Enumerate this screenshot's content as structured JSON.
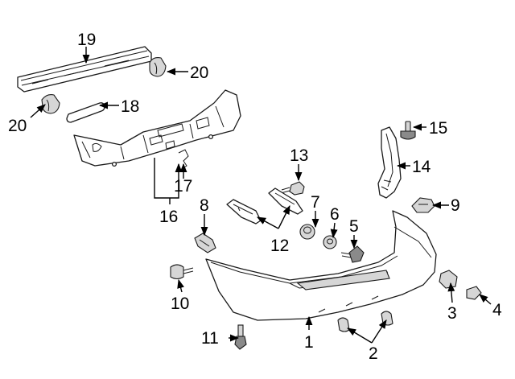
{
  "callouts": {
    "c1": "1",
    "c2": "2",
    "c3": "3",
    "c4": "4",
    "c5": "5",
    "c6": "6",
    "c7": "7",
    "c8": "8",
    "c9": "9",
    "c10": "10",
    "c11": "11",
    "c12": "12",
    "c13": "13",
    "c14": "14",
    "c15": "15",
    "c16": "16",
    "c17": "17",
    "c18": "18",
    "c19": "19",
    "c20a": "20",
    "c20b": "20"
  }
}
